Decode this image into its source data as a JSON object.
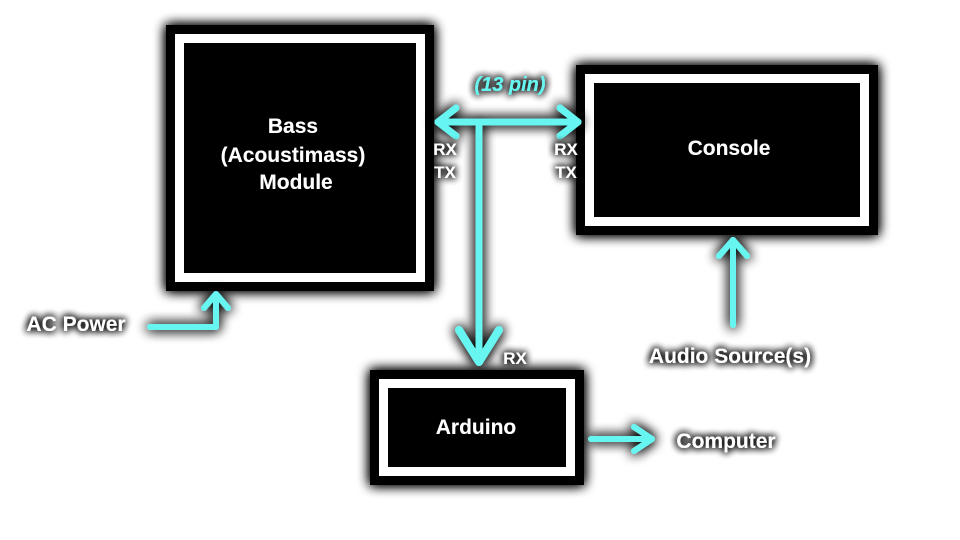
{
  "blocks": {
    "bass": {
      "line1": "Bass",
      "line2": "(Acoustimass)",
      "line3": "Module"
    },
    "console": {
      "label": "Console"
    },
    "arduino": {
      "label": "Arduino"
    }
  },
  "labels": {
    "cable": "(13 pin)",
    "bass_rx": "RX",
    "bass_tx": "TX",
    "console_rx": "RX",
    "console_tx": "TX",
    "arduino_rx": "RX",
    "ac_power": "AC Power",
    "audio_sources": "Audio Source(s)",
    "computer": "Computer"
  },
  "colors": {
    "arrow": "#66f5f0",
    "box_border": "#ffffff",
    "box_fill": "#000000",
    "glow": "#000000",
    "background": "#ffffff"
  }
}
